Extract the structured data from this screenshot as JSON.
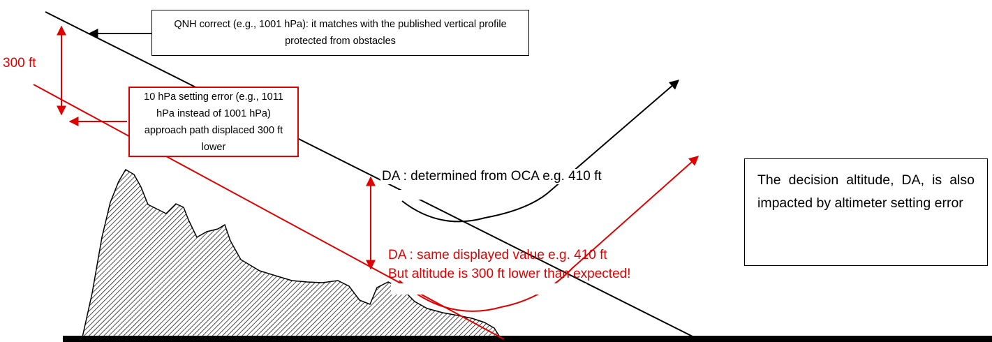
{
  "labels": {
    "three_hundred_ft": "300 ft",
    "da_determined": "DA : determined from OCA e.g. 410 ft",
    "da_same_line1": "DA : same displayed value e.g. 410 ft",
    "da_same_line2": "But altitude is 300 ft lower than expected!"
  },
  "boxes": {
    "qnh_correct": "QNH correct (e.g., 1001 hPa): it matches with the published vertical profile protected from obstacles",
    "setting_error": "10 hPa setting error (e.g., 1011 hPa instead of 1001 hPa) approach path displaced 300 ft lower",
    "decision_altitude_note": "The decision altitude, DA, is also impacted by altimeter setting error"
  },
  "colors": {
    "correct_path": "#000000",
    "error_path": "#e00000",
    "ground": "#000000",
    "terrain_hatch": "#000000"
  }
}
